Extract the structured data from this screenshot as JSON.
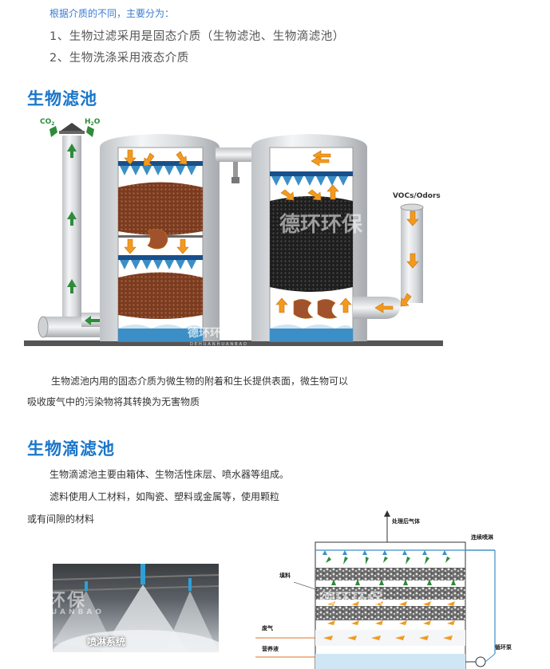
{
  "intro": "根据介质的不同，主要分为：",
  "list": [
    "1、生物过滤采用是固态介质（生物滤池、生物滴滤池）",
    "2、生物洗涤采用液态介质"
  ],
  "section1": {
    "title": "生物滤池",
    "diagram": {
      "co2": "CO",
      "co2_sub": "2",
      "h2o": "H",
      "h2o_sub": "2",
      "h2o_tail": "O",
      "vocs": "VOCs/Odors",
      "watermark_text": "德环环保",
      "watermark_sub": "DEHUANHUANBAO"
    },
    "para_line1": "生物滤池内用的固态介质为微生物的附着和生长提供表面，微生物可以",
    "para_line2": "吸收废气中的污染物将其转换为无害物质"
  },
  "section2": {
    "title": "生物滴滤池",
    "para_line1": "生物滴滤池主要由箱体、生物活性床层、喷水器等组成。",
    "para_line2": "滤料使用人工材料，如陶瓷、塑料或金属等，使用颗粒",
    "para_line3": "或有间隙的材料",
    "photo_caption": "喷淋系统",
    "photo_watermark": "环保",
    "photo_watermark_sub": "UANBAO",
    "diagram": {
      "treated_gas": "处理后气体",
      "spray": "连续喷淋",
      "packing": "填料",
      "waste_gas": "废气",
      "nutrient": "营养液",
      "pump": "循环泵",
      "watermark_text": "德环环保"
    }
  },
  "colors": {
    "accent": "#1a76c9",
    "intro": "#3a7bd0",
    "orange_arrow": "#f29a1e",
    "green_arrow": "#2e8b3a",
    "media_brown": "#7a3a1e",
    "water_blue": "#3c8fc6"
  }
}
